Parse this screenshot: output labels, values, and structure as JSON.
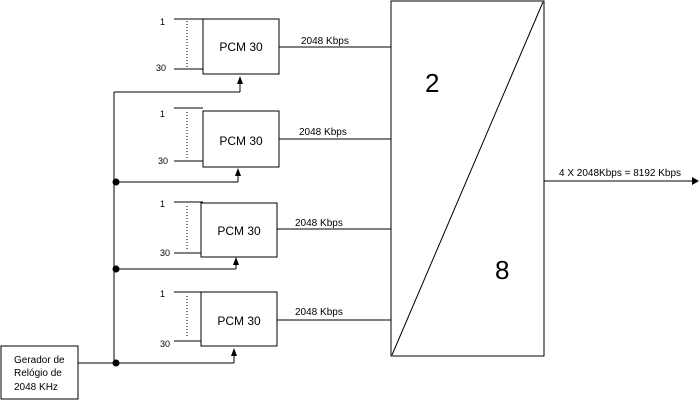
{
  "blocks": [
    {
      "label": "PCM 30",
      "rate": "2048 Kbps",
      "ch_first": "1",
      "ch_last": "30"
    },
    {
      "label": "PCM 30",
      "rate": "2048 Kbps",
      "ch_first": "1",
      "ch_last": "30"
    },
    {
      "label": "PCM 30",
      "rate": "2048 Kbps",
      "ch_first": "1",
      "ch_last": "30"
    },
    {
      "label": "PCM 30",
      "rate": "2048 Kbps",
      "ch_first": "1",
      "ch_last": "30"
    }
  ],
  "mux": {
    "input_label": "2",
    "output_label": "8"
  },
  "output": {
    "label": "4 X 2048Kbps = 8192 Kbps"
  },
  "generator": {
    "line1": "Gerador de",
    "line2": "Relógio de",
    "line3": "2048 KHz"
  }
}
